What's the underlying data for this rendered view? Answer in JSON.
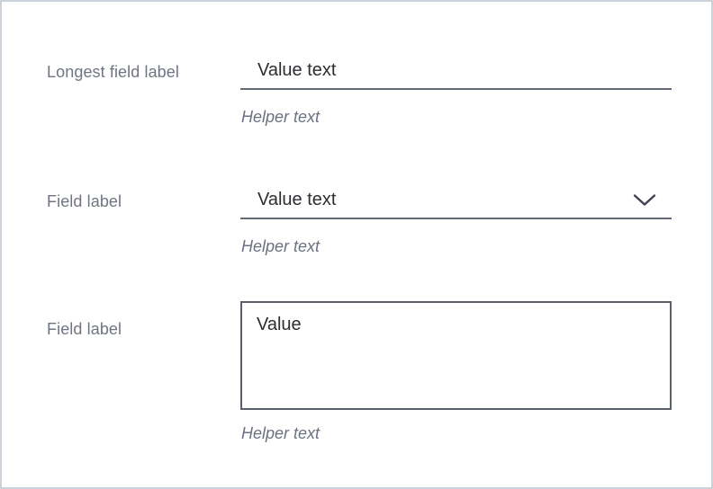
{
  "page": {
    "background": "#ffffff",
    "frame_border_color": "#cdd3da"
  },
  "colors": {
    "label_text": "#6f7581",
    "value_text": "#2b2d31",
    "helper_text": "#6b7280",
    "underline": "#636a77",
    "textarea_border": "#5a6069",
    "chevron": "#3f4450"
  },
  "fields": [
    {
      "type": "text-input",
      "label": "Longest field label",
      "value": "Value text",
      "helper": "Helper text"
    },
    {
      "type": "select",
      "label": "Field label",
      "value": "Value text",
      "helper": "Helper text",
      "icon": "chevron-down-icon"
    },
    {
      "type": "textarea",
      "label": "Field label",
      "value": "Value",
      "helper": "Helper text"
    }
  ]
}
